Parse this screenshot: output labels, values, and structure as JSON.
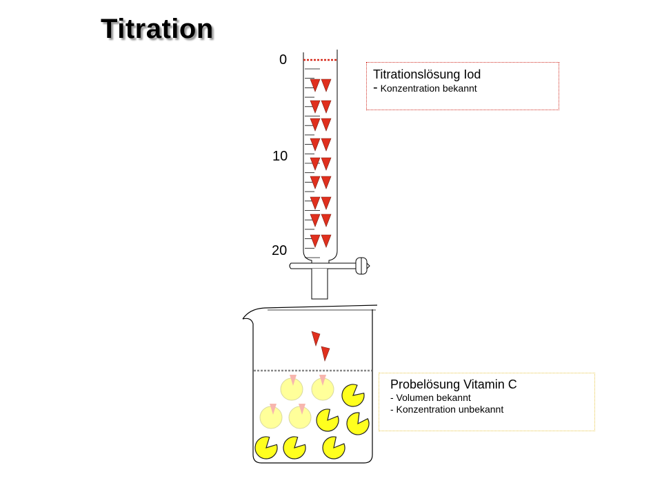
{
  "title": "Titration",
  "burette": {
    "scale_labels": [
      "0",
      "10",
      "20"
    ]
  },
  "titrant_box": {
    "heading": "Titrationslösung Iod",
    "dash": "-",
    "line1": "Konzentration bekannt"
  },
  "sample_box": {
    "heading": "Probelösung Vitamin C",
    "line1": "- Volumen bekannt",
    "line2": "- Konzentration unbekannt"
  },
  "colors": {
    "iodine": "#e0301e",
    "vitamin_c": "#ffff1e",
    "vitamin_c_faded": "#ffff9a",
    "titrant_box_border": "#d02a20",
    "sample_box_border": "#e8c84a"
  }
}
